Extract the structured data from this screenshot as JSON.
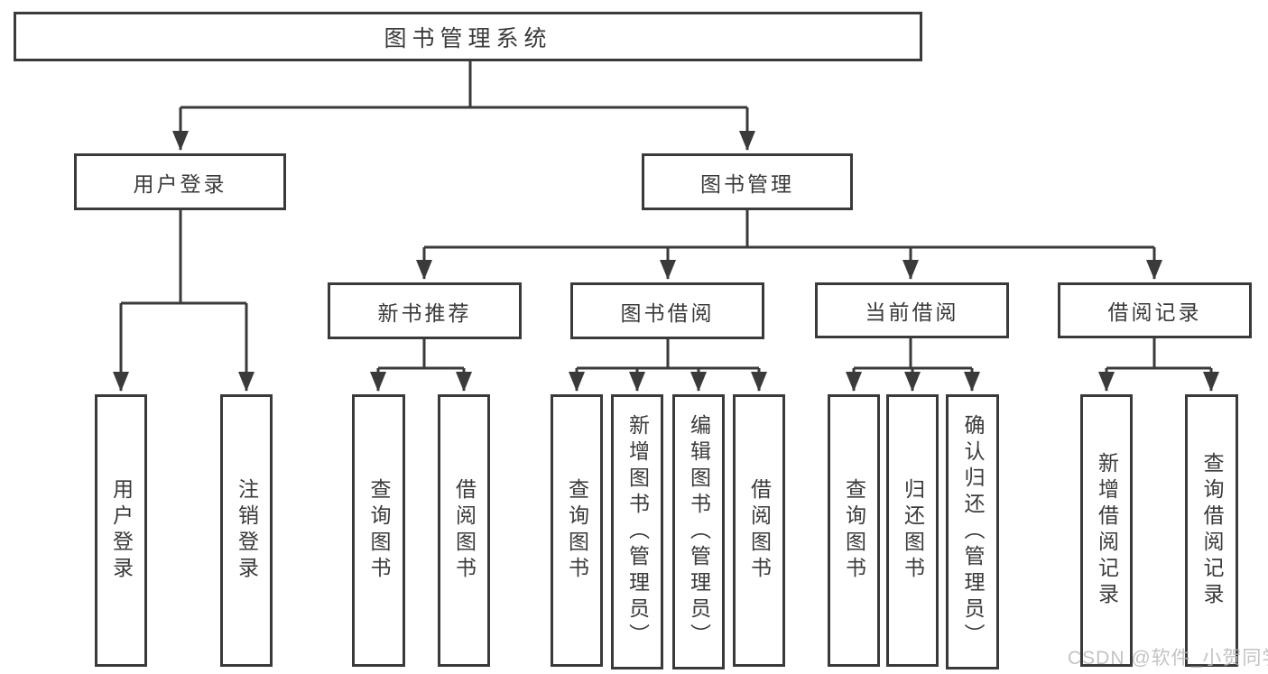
{
  "diagram": {
    "root": {
      "label": "图书管理系统"
    },
    "level2": [
      {
        "label": "用户登录"
      },
      {
        "label": "图书管理"
      }
    ],
    "level3": [
      {
        "label": "新书推荐"
      },
      {
        "label": "图书借阅"
      },
      {
        "label": "当前借阅"
      },
      {
        "label": "借阅记录"
      }
    ],
    "leaves": {
      "user": [
        {
          "label": "用户登录"
        },
        {
          "label": "注销登录"
        }
      ],
      "newbook": [
        {
          "label": "查询图书"
        },
        {
          "label": "借阅图书"
        }
      ],
      "borrow": [
        {
          "label": "查询图书"
        },
        {
          "label": "新增图书（管理员）"
        },
        {
          "label": "编辑图书（管理员）"
        },
        {
          "label": "借阅图书"
        }
      ],
      "current": [
        {
          "label": "查询图书"
        },
        {
          "label": "归还图书"
        },
        {
          "label": "确认归还（管理员）"
        }
      ],
      "records": [
        {
          "label": "新增借阅记录"
        },
        {
          "label": "查询借阅记录"
        }
      ]
    }
  },
  "watermark": {
    "text": "CSDN @软件_小贺同学"
  },
  "colors": {
    "line": "#3a3a3a",
    "box_background": "#ffffff",
    "watermark": "#b9b9b9",
    "background": "#ffffff"
  }
}
